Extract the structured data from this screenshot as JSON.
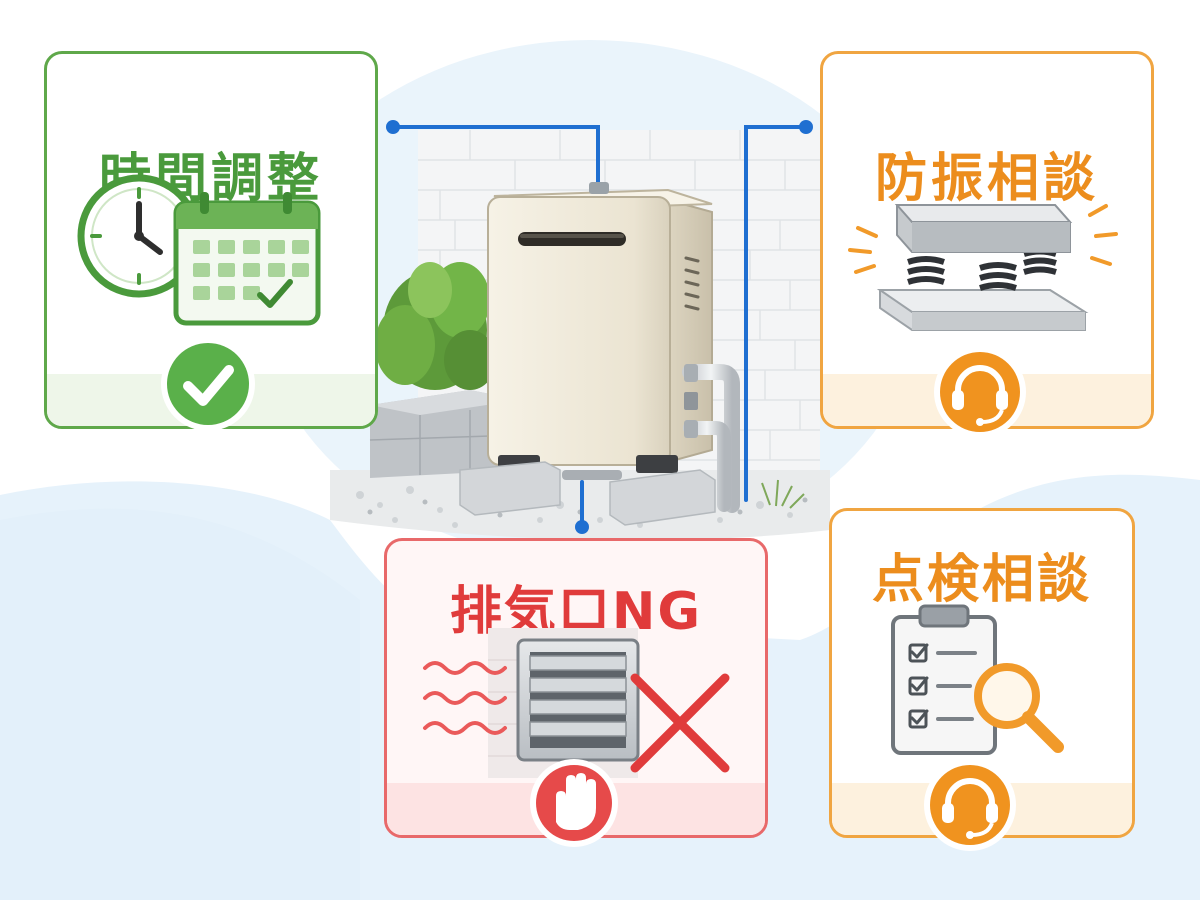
{
  "cards": {
    "time_adjust": {
      "title": "時間調整",
      "accent": "#4a9a3c",
      "icons": [
        "clock-icon",
        "calendar-icon",
        "checkmark-badge-icon"
      ]
    },
    "vibration_consult": {
      "title": "防振相談",
      "accent": "#ec8d1d",
      "icons": [
        "vibration-mount-icon",
        "headset-icon"
      ]
    },
    "exhaust_ng": {
      "title": "排気口NG",
      "accent": "#e03b3b",
      "icons": [
        "exhaust-vent-icon",
        "cross-mark-icon",
        "stop-hand-icon"
      ]
    },
    "inspection_consult": {
      "title": "点検相談",
      "accent": "#ec8d1d",
      "icons": [
        "checklist-clipboard-icon",
        "magnifier-icon",
        "headset-icon"
      ]
    }
  },
  "colors": {
    "connector": "#1f6fd1",
    "background_wave": "#e6f2fb",
    "green": "#5fa84a",
    "orange": "#f0a541",
    "red": "#e8696a",
    "heater_body": "#ece6d6"
  },
  "illustration": {
    "center": "water-heater-unit-icon"
  }
}
